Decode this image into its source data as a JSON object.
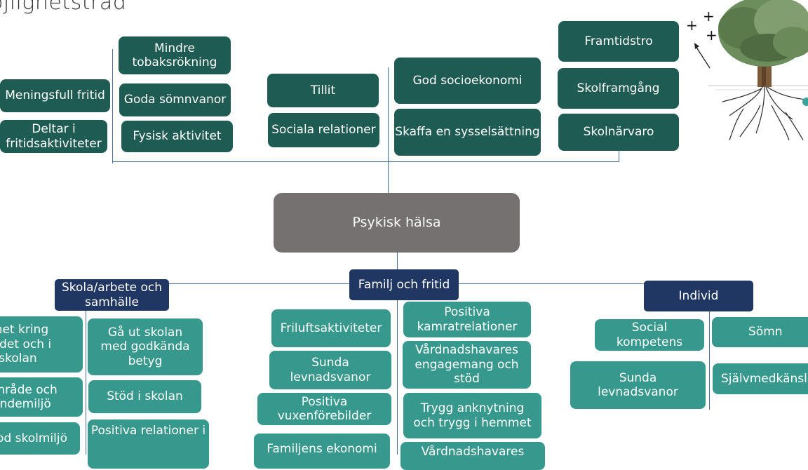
{
  "title": "öjlighetsträd",
  "center": "Psykisk hälsa",
  "top": {
    "col1": [
      "Meningsfull fritid",
      "Deltar i fritidsaktiviteter"
    ],
    "col2": [
      "Mindre tobaksrökning",
      "Goda sömnvanor",
      "Fysisk aktivitet"
    ],
    "col3": [
      "Tillit",
      "Sociala relationer"
    ],
    "col4": [
      "God socioekonomi",
      "Skaffa en sysselsättning"
    ],
    "col5": [
      "Framtidstro",
      "Skolframgång",
      "Skolnärvaro"
    ]
  },
  "categories": {
    "school": "Skola/arbete och samhälle",
    "family": "Familj och fritid",
    "individual": "Individ"
  },
  "bottom": {
    "school_left": [
      "ghet kring endet och i skolan",
      "område och endemiljö",
      "od skolmiljö"
    ],
    "school_right": [
      "Gå ut skolan med godkända betyg",
      "Stöd i skolan",
      "Positiva relationer i"
    ],
    "family_left": [
      "Friluftsaktiviteter",
      "Sunda levnadsvanor",
      "Positiva vuxenförebilder",
      "Familjens ekonomi"
    ],
    "family_right": [
      "Positiva kamratrelationer",
      "Vårdnadshavares engagemang och stöd",
      "Trygg anknytning och trygg i hemmet",
      "Vårdnadshavares"
    ],
    "individual_left": [
      "Social kompetens",
      "Sunda levnadsvanor"
    ],
    "individual_right": [
      "Sömn",
      "Självmedkänsla"
    ]
  },
  "tree_marks": [
    "+",
    "+",
    "+"
  ],
  "colors": {
    "dark_teal": "#1e5b52",
    "teal": "#37998d",
    "navy": "#203764",
    "center_gray": "#767171"
  }
}
